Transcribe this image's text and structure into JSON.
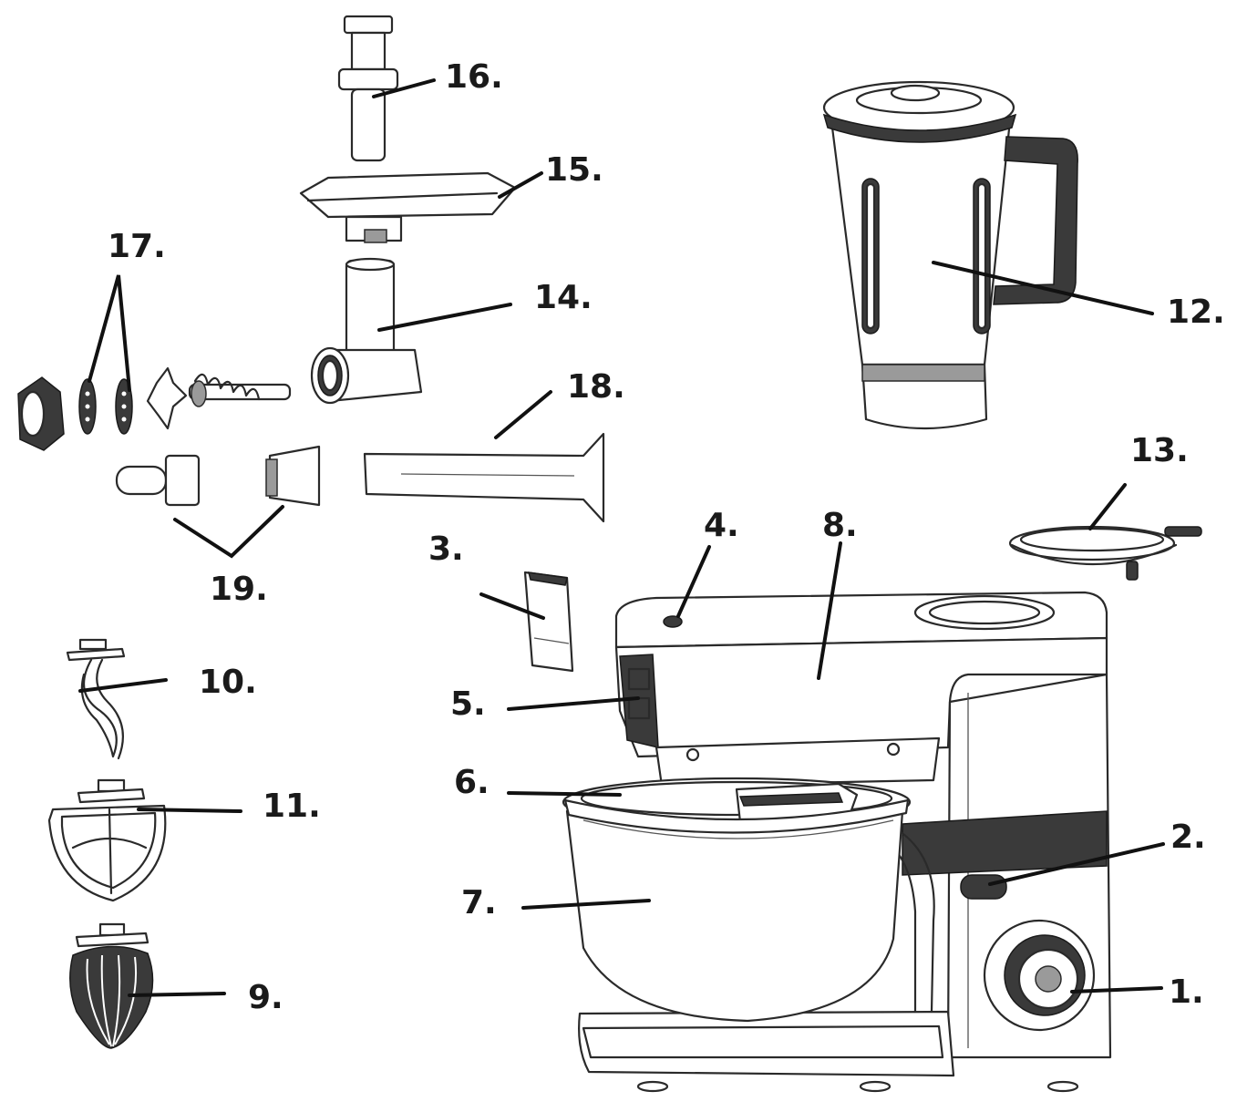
{
  "labels": {
    "l1": "1.",
    "l2": "2.",
    "l3": "3.",
    "l4": "4.",
    "l5": "5.",
    "l6": "6.",
    "l7": "7.",
    "l8": "8.",
    "l9": "9.",
    "l10": "10.",
    "l11": "11.",
    "l12": "12.",
    "l13": "13.",
    "l14": "14.",
    "l15": "15.",
    "l16": "16.",
    "l17": "17.",
    "l18": "18.",
    "l19": "19."
  }
}
